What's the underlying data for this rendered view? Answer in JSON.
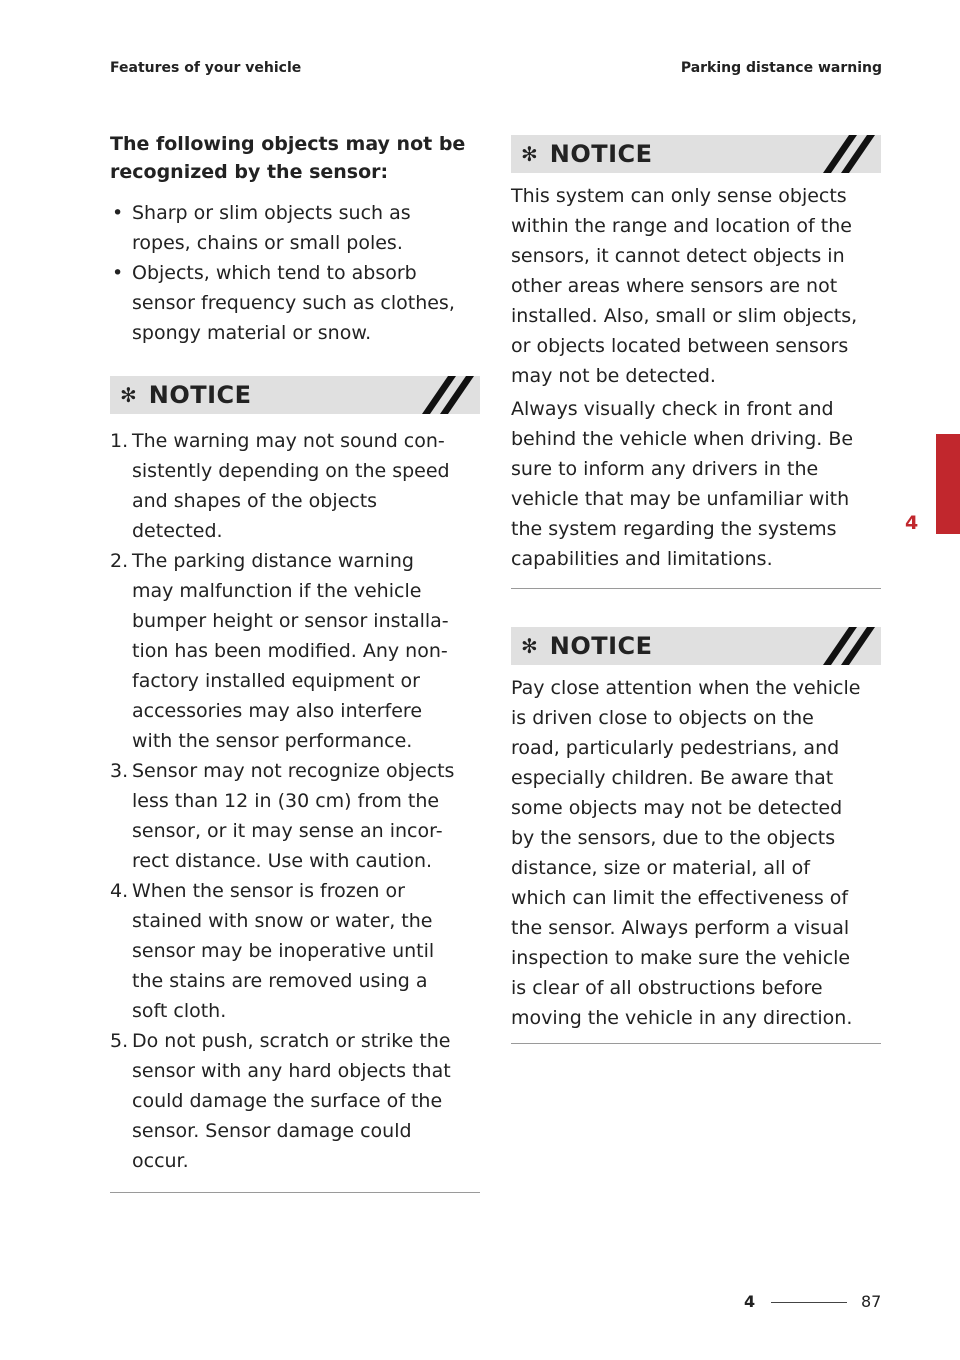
{
  "header": {
    "left": "Features of your vehicle",
    "right": "Parking distance warning"
  },
  "left_column": {
    "subheading_line1": "The following objects may not be",
    "subheading_line2": "recognized by the sensor:",
    "bullet_mark": "•",
    "bullets": [
      [
        "Sharp or slim objects such as",
        "ropes, chains or small poles."
      ],
      [
        "Objects, which tend to absorb",
        "sensor frequency such as clothes,",
        "spongy material or snow."
      ]
    ],
    "notice": {
      "icon": "asterisk-icon",
      "star": "✻",
      "title": "NOTICE",
      "items": [
        {
          "num": "1.",
          "lines": [
            "The warning may not sound con-",
            "sistently depending on the speed",
            "and shapes of the objects",
            "detected."
          ]
        },
        {
          "num": "2.",
          "lines": [
            "The parking distance warning",
            "may malfunction if the vehicle",
            "bumper height or sensor installa-",
            "tion has been modified. Any non-",
            "factory installed equipment or",
            "accessories may also interfere",
            "with the sensor performance."
          ]
        },
        {
          "num": "3.",
          "lines": [
            "Sensor may not recognize objects",
            "less than 12 in (30 cm) from the",
            "sensor, or it may sense an incor-",
            "rect distance. Use with caution."
          ]
        },
        {
          "num": "4.",
          "lines": [
            "When the sensor is frozen or",
            "stained with snow or water, the",
            "sensor may be inoperative until",
            "the stains are removed using a",
            "soft cloth."
          ]
        },
        {
          "num": "5.",
          "lines": [
            "Do not push, scratch or strike the",
            "sensor with any hard objects that",
            "could damage the surface of the",
            "sensor. Sensor damage could",
            "occur."
          ]
        }
      ]
    }
  },
  "right_column": {
    "notice1": {
      "star": "✻",
      "title": "NOTICE",
      "para1": [
        "This system can only sense objects",
        "within the range and location of the",
        "sensors, it cannot detect objects in",
        "other areas where sensors are not",
        "installed. Also, small or slim objects,",
        "or objects located between sensors",
        "may not be detected."
      ],
      "para2": [
        "Always visually check in front and",
        "behind the vehicle when driving. Be",
        "sure to inform any drivers in the",
        "vehicle that may be unfamiliar with",
        "the system regarding the systems",
        "capabilities and limitations."
      ]
    },
    "notice2": {
      "star": "✻",
      "title": "NOTICE",
      "para1": [
        "Pay close attention when the vehicle",
        "is driven close to objects on the",
        "road, particularly pedestrians, and",
        "especially children. Be aware that",
        "some objects may not be detected",
        "by the sensors, due to the objects",
        "distance, size or material, all of",
        "which can limit the effectiveness of",
        "the sensor. Always perform a visual",
        "inspection to make sure the vehicle",
        "is clear of all obstructions before",
        "moving the vehicle in any direction."
      ]
    }
  },
  "chapter_tab": {
    "number": "4",
    "color": "#c1272d"
  },
  "footer": {
    "section": "4",
    "page": "87"
  }
}
